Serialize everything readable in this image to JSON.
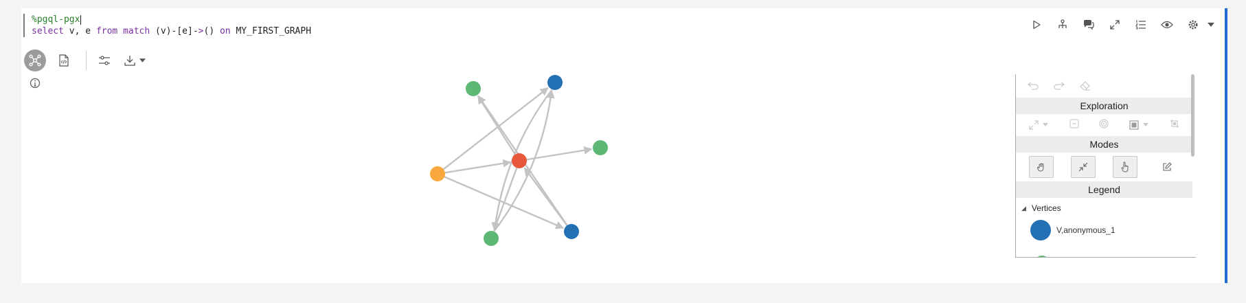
{
  "editor": {
    "line1": {
      "magic": "%pgql-pgx"
    },
    "line2": {
      "kw_select": "select",
      "t1": " v, e ",
      "kw_from": "from",
      "t2": " ",
      "kw_match": "match",
      "t3": " (v)-[e]-",
      "kw_arrow": ">",
      "t4": "() ",
      "kw_on": "on",
      "t5": " MY_FIRST_GRAPH"
    }
  },
  "paragraph_toolbar": {
    "icons": [
      "run-icon",
      "tree-icon",
      "comments-icon",
      "expand-icon",
      "ordered-list-icon",
      "visibility-icon",
      "settings-icon",
      "caret-down-icon"
    ]
  },
  "viz_toolbar": {
    "icons": [
      "graph-view-icon",
      "code-file-icon",
      "sliders-icon",
      "download-icon",
      "info-icon"
    ]
  },
  "graph": {
    "colors": {
      "orange": "#f9a83d",
      "red": "#e8593b",
      "blue": "#2270b3",
      "green": "#5cb874",
      "edge": "#c3c3c3"
    }
  },
  "side_panel": {
    "exploration_header": "Exploration",
    "modes_header": "Modes",
    "legend_header": "Legend",
    "vertices_group": "Vertices",
    "legend_items": [
      {
        "label": "V,anonymous_1",
        "color": "#2270b3"
      }
    ]
  }
}
